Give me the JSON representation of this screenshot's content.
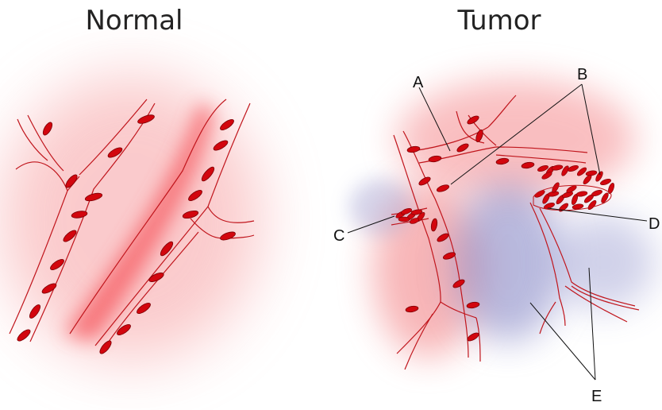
{
  "panels": {
    "normal": {
      "title": "Normal"
    },
    "tumor": {
      "title": "Tumor"
    }
  },
  "labels": {
    "a": "A",
    "b": "B",
    "c": "C",
    "d": "D",
    "e": "E"
  },
  "colors": {
    "vessel_wall": "#c0151c",
    "red_cell": "#d2060e",
    "red_cell_edge": "#7a0005",
    "oxygenated_glow": "#f6585e",
    "hypoxic_glow": "#7f80c2",
    "leader_line": "#111111"
  }
}
